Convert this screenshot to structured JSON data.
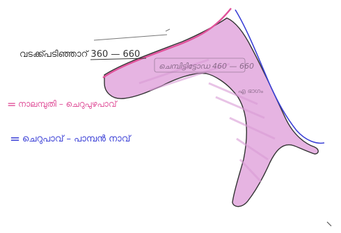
{
  "map": {
    "region_label": "വടക്ക്പടിഞ്ഞാറ് 360 — 660",
    "region_inner_label": "ചെമ്പിട്ടിട്ടോഡ 460 — 660",
    "region_side_label": "എ ഭാഗം",
    "legend": [
      {
        "marker": "=",
        "text": "നാലമ്പുതി – ചെറുപുഴപാവ്",
        "color": "#e0529a"
      },
      {
        "marker": "=",
        "text": "ചെറുപാവ് – പാമ്പൻ നാവ്",
        "color": "#3a3fd6"
      }
    ],
    "colors": {
      "region_fill": "#e6b4e2",
      "region_outline": "#333333",
      "pink_line": "#e0529a",
      "blue_line": "#3a3fd6",
      "pencil": "#555555"
    }
  }
}
